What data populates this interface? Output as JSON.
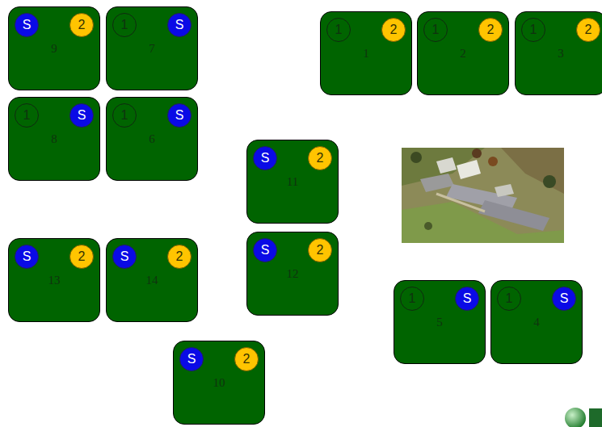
{
  "diagram": {
    "nodes": [
      {
        "text": [
          "9"
        ]
      },
      {
        "text": [
          "S"
        ],
        "in": 0
      },
      {
        "text": [
          "2"
        ],
        "in": 0
      },
      {
        "text": [
          "7"
        ]
      },
      {
        "text": [
          "1"
        ],
        "in": 3
      },
      {
        "text": [
          "S"
        ],
        "in": 3
      },
      {
        "text": [
          "1"
        ]
      },
      {
        "text": [
          "1"
        ],
        "in": 6
      },
      {
        "text": [
          "2"
        ],
        "in": 6
      },
      {
        "text": [
          "2"
        ]
      },
      {
        "text": [
          "1"
        ],
        "in": 9
      },
      {
        "text": [
          "2"
        ],
        "in": 9
      },
      {
        "text": [
          "3"
        ]
      },
      {
        "text": [
          "1"
        ],
        "in": 12
      },
      {
        "text": [
          "2"
        ],
        "in": 12
      },
      {
        "text": [
          "8"
        ]
      },
      {
        "text": [
          "1"
        ],
        "in": 15
      },
      {
        "text": [
          "S"
        ],
        "in": 15
      },
      {
        "text": [
          "6"
        ]
      },
      {
        "text": [
          "1"
        ],
        "in": 18
      },
      {
        "text": [
          "S"
        ],
        "in": 18
      },
      {
        "text": [
          "11"
        ]
      },
      {
        "text": [
          "S"
        ],
        "in": 21
      },
      {
        "text": [
          "2"
        ],
        "in": 21
      },
      {
        "text": [
          "12"
        ]
      },
      {
        "text": [
          "S"
        ],
        "in": 24
      },
      {
        "text": [
          "2"
        ],
        "in": 24
      },
      {
        "text": [
          "13"
        ]
      },
      {
        "text": [
          "S"
        ],
        "in": 27
      },
      {
        "text": [
          "2"
        ],
        "in": 27
      },
      {
        "text": [
          "14"
        ]
      },
      {
        "text": [
          "S"
        ],
        "in": 30
      },
      {
        "text": [
          "2"
        ],
        "in": 30
      },
      {
        "text": [
          "5"
        ]
      },
      {
        "text": [
          "1"
        ],
        "in": 33
      },
      {
        "text": [
          "S"
        ],
        "in": 33
      },
      {
        "text": [
          "4"
        ]
      },
      {
        "text": [
          "1"
        ],
        "in": 36
      },
      {
        "text": [
          "S"
        ],
        "in": 36
      },
      {
        "text": [
          "10"
        ]
      },
      {
        "text": [
          "S"
        ],
        "in": 39
      },
      {
        "text": [
          "2"
        ],
        "in": 39
      }
    ]
  }
}
